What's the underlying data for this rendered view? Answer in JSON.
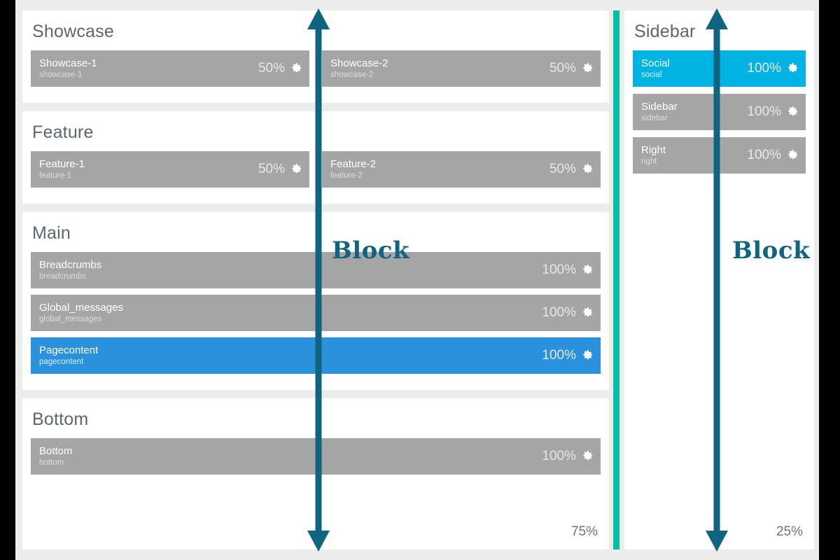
{
  "theme": {
    "page_background": "#000000",
    "canvas_background": "#ececec",
    "panel_background": "#ffffff",
    "block_default": "#a5a5a5",
    "block_selected_blue": "#2a92dd",
    "block_selected_cyan": "#00b3e3",
    "divider_teal": "#00bfa5",
    "arrow_teal": "#0f6480",
    "caption_color": "#0f6480",
    "title_color": "#5b6670"
  },
  "columns": [
    {
      "id": "main-column",
      "caption": "Block",
      "footer_percent": "75%",
      "sections": [
        {
          "id": "showcase",
          "title": "Showcase",
          "layout": "row",
          "blocks": [
            {
              "title": "Showcase-1",
              "key": "showcase-1",
              "percent": "50%",
              "width": "half",
              "state": "default",
              "gear": "gear-icon"
            },
            {
              "title": "Showcase-2",
              "key": "showcase-2",
              "percent": "50%",
              "width": "half",
              "state": "default",
              "gear": "gear-icon"
            }
          ]
        },
        {
          "id": "feature",
          "title": "Feature",
          "layout": "row",
          "blocks": [
            {
              "title": "Feature-1",
              "key": "feature-1",
              "percent": "50%",
              "width": "half",
              "state": "default",
              "gear": "gear-icon"
            },
            {
              "title": "Feature-2",
              "key": "feature-2",
              "percent": "50%",
              "width": "half",
              "state": "default",
              "gear": "gear-icon"
            }
          ]
        },
        {
          "id": "main",
          "title": "Main",
          "layout": "stacked",
          "blocks": [
            {
              "title": "Breadcrumbs",
              "key": "breadcrumbs",
              "percent": "100%",
              "width": "full",
              "state": "default",
              "gear": "gear-icon"
            },
            {
              "title": "Global_messages",
              "key": "global_messages",
              "percent": "100%",
              "width": "full",
              "state": "default",
              "gear": "gear-icon"
            },
            {
              "title": "Pagecontent",
              "key": "pagecontent",
              "percent": "100%",
              "width": "full",
              "state": "selected-blue",
              "gear": "gear-icon"
            }
          ]
        },
        {
          "id": "bottom",
          "title": "Bottom",
          "layout": "stacked",
          "blocks": [
            {
              "title": "Bottom",
              "key": "bottom",
              "percent": "100%",
              "width": "full",
              "state": "default",
              "gear": "gear-icon"
            }
          ]
        }
      ]
    },
    {
      "id": "sidebar-column",
      "caption": "Block",
      "footer_percent": "25%",
      "sections": [
        {
          "id": "sidebar",
          "title": "Sidebar",
          "layout": "stacked",
          "blocks": [
            {
              "title": "Social",
              "key": "social",
              "percent": "100%",
              "width": "full",
              "state": "selected-cyan",
              "gear": "gear-icon"
            },
            {
              "title": "Sidebar",
              "key": "sidebar",
              "percent": "100%",
              "width": "full",
              "state": "default",
              "gear": "gear-icon"
            },
            {
              "title": "Right",
              "key": "right",
              "percent": "100%",
              "width": "full",
              "state": "default",
              "gear": "gear-icon"
            }
          ]
        }
      ]
    }
  ],
  "arrows": [
    {
      "id": "arrow-main-column",
      "name": "vertical-double-arrow",
      "direction": "up-down"
    },
    {
      "id": "arrow-sidebar-column",
      "name": "vertical-double-arrow",
      "direction": "up-down"
    }
  ]
}
